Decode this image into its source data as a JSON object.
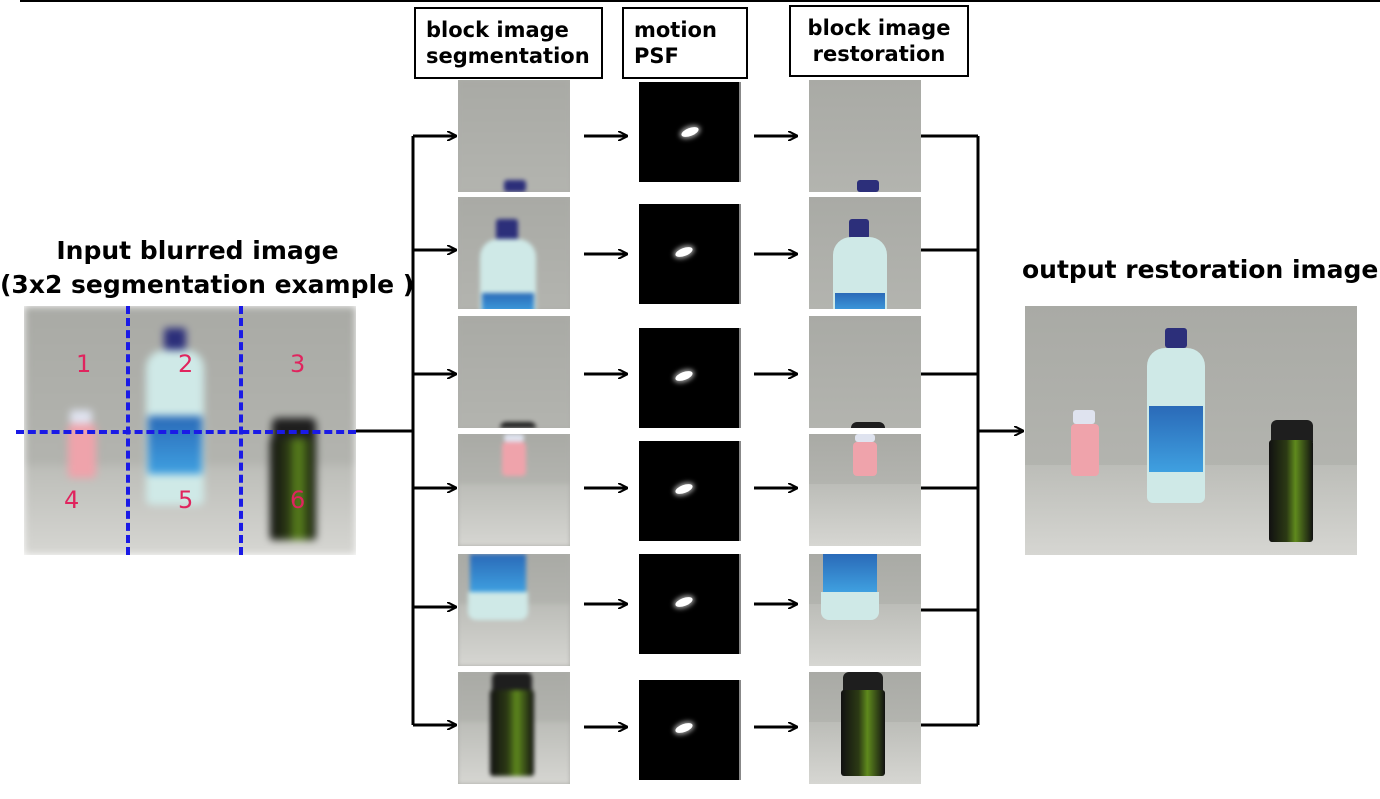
{
  "headers": {
    "segmentation": [
      "block image",
      "segmentation"
    ],
    "psf": [
      "motion",
      "PSF"
    ],
    "restoration": [
      "block image",
      "restoration"
    ]
  },
  "input": {
    "title_line1": "Input blurred image",
    "title_line2": "(3x2 segmentation example )",
    "segment_labels": [
      "1",
      "2",
      "3",
      "4",
      "5",
      "6"
    ]
  },
  "output": {
    "title": "output restoration image"
  },
  "colors": {
    "segment_number": "#e0245e",
    "segment_dash": "#1a1ae6",
    "arrow": "#000000"
  }
}
